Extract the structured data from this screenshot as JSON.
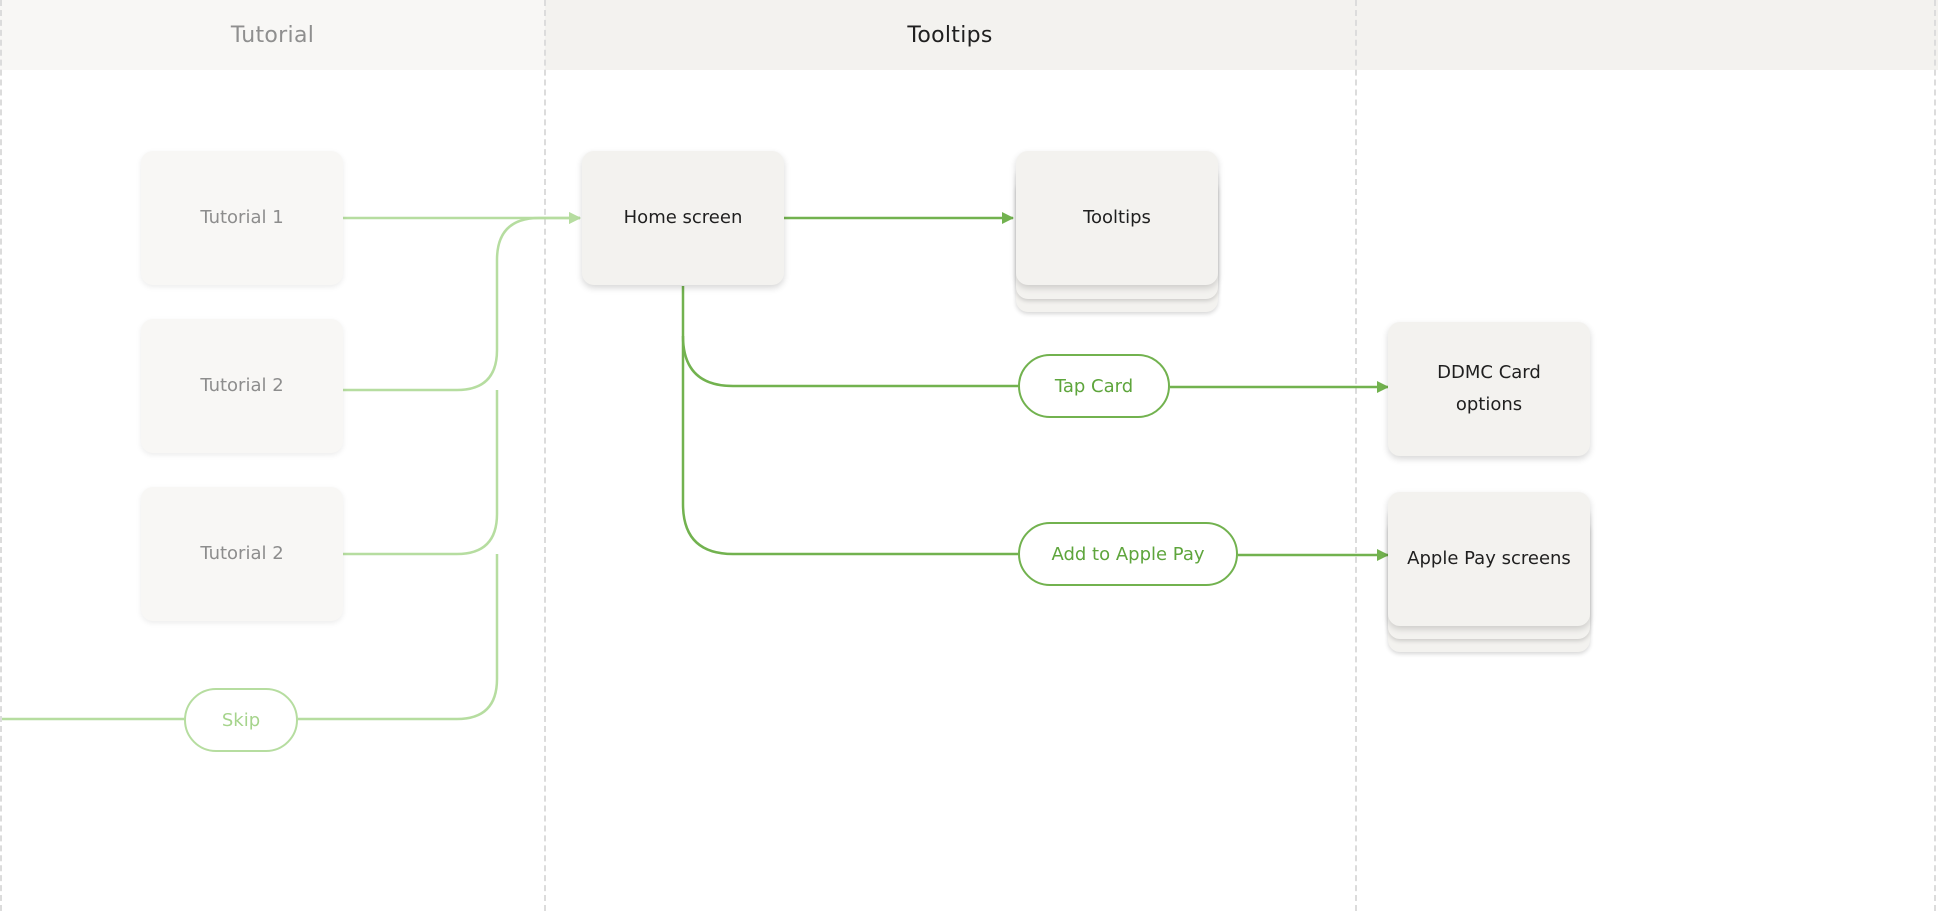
{
  "lanes": [
    {
      "id": "tutorial",
      "title": "Tutorial"
    },
    {
      "id": "tooltips",
      "title": "Tooltips"
    },
    {
      "id": "third",
      "title": ""
    }
  ],
  "nodes": {
    "tutorial_1": "Tutorial 1",
    "tutorial_2a": "Tutorial 2",
    "tutorial_2b": "Tutorial 2",
    "home_screen": "Home screen",
    "tooltips": "Tooltips",
    "ddmc_card_options": "DDMC Card options",
    "apple_pay_screens": "Apple Pay screens"
  },
  "actions": {
    "skip": "Skip",
    "tap_card": "Tap Card",
    "add_to_apple_pay": "Add to Apple Pay"
  },
  "colors": {
    "accent": "#72b24f",
    "accent_faded": "#b6dda0",
    "header_active": "#f3f2ef",
    "header_inactive": "#f8f7f5",
    "card": "#f3f2ef",
    "divider": "#dcdcdc"
  }
}
